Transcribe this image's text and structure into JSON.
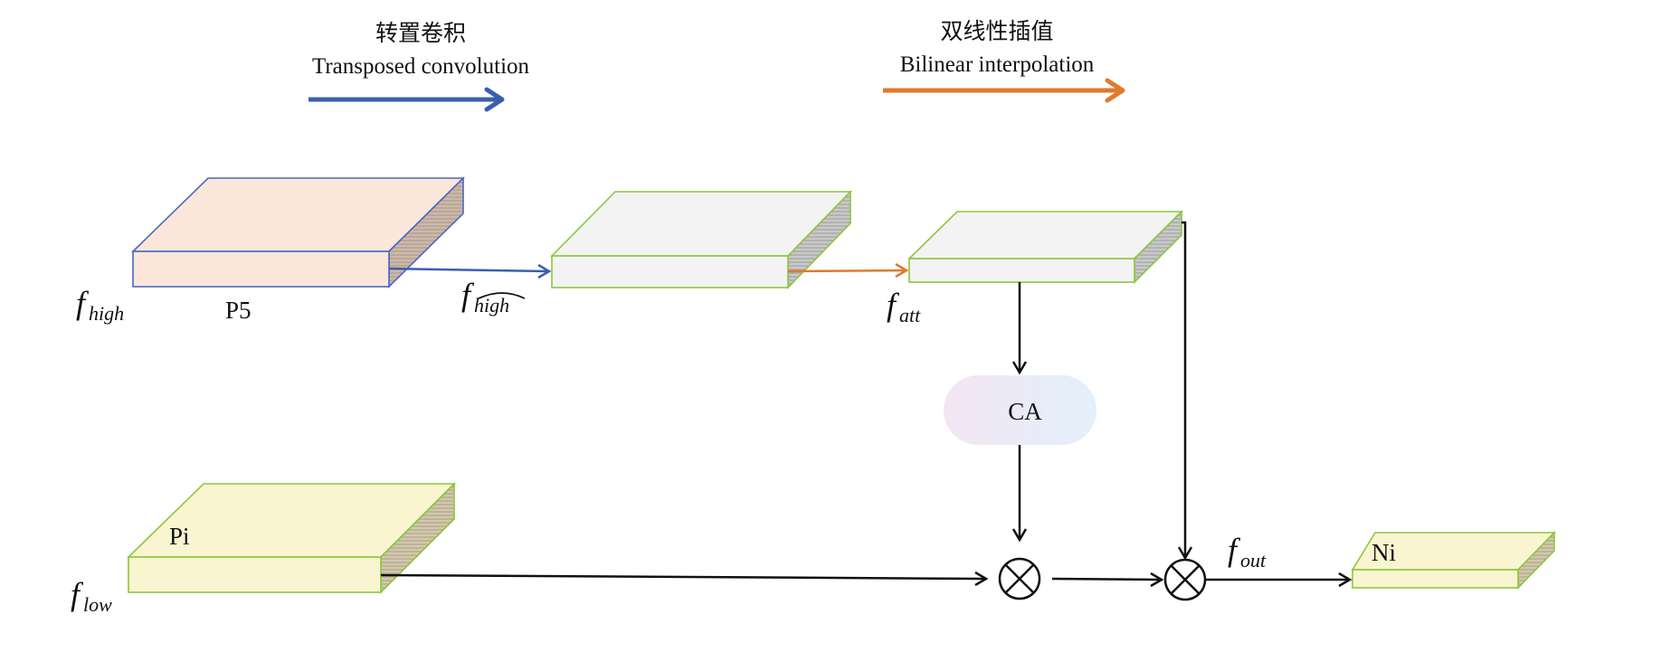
{
  "legend": {
    "transposed_cn": "转置卷积",
    "transposed_en": "Transposed convolution",
    "bilinear_cn": "双线性插值",
    "bilinear_en": "Bilinear interpolation"
  },
  "blocks": {
    "p5": "P5",
    "pi": "Pi",
    "ni": "Ni",
    "ca": "CA"
  },
  "symbols": {
    "f_high": {
      "base": "f",
      "sub": "high"
    },
    "f_high_hat": {
      "base": "f",
      "sub": "high"
    },
    "f_att": {
      "base": "f",
      "sub": "att"
    },
    "f_low": {
      "base": "f",
      "sub": "low"
    },
    "f_out": {
      "base": "f",
      "sub": "out"
    }
  },
  "colors": {
    "transposed_arrow": "#3b5fae",
    "bilinear_arrow": "#e07a2c",
    "p5_fill": "#fbe6da",
    "p5_stroke": "#4a68c2",
    "gray_fill": "#f3f3f3",
    "yellow_fill": "#f9f5d0",
    "green_stroke": "#8cc63f"
  }
}
